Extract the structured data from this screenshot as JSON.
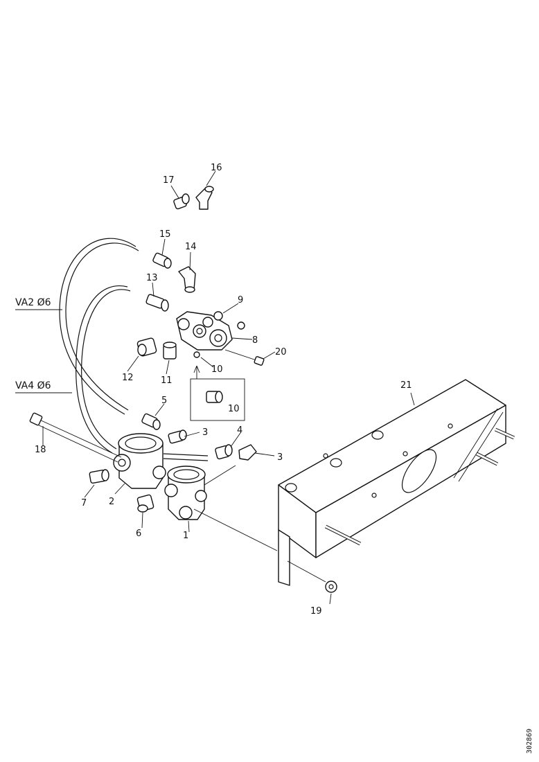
{
  "callouts": {
    "c1": "1",
    "c2": "2",
    "c3a": "3",
    "c3b": "3",
    "c4": "4",
    "c5": "5",
    "c6": "6",
    "c7": "7",
    "c8": "8",
    "c9": "9",
    "c10a": "10",
    "c10b": "10",
    "c11": "11",
    "c12": "12",
    "c13": "13",
    "c14": "14",
    "c15": "15",
    "c16": "16",
    "c17": "17",
    "c18": "18",
    "c19": "19",
    "c20": "20",
    "c21": "21"
  },
  "hose_labels": {
    "upper": "VA2 Ø6",
    "lower": "VA4 Ø6"
  },
  "drawing_id": "302869"
}
